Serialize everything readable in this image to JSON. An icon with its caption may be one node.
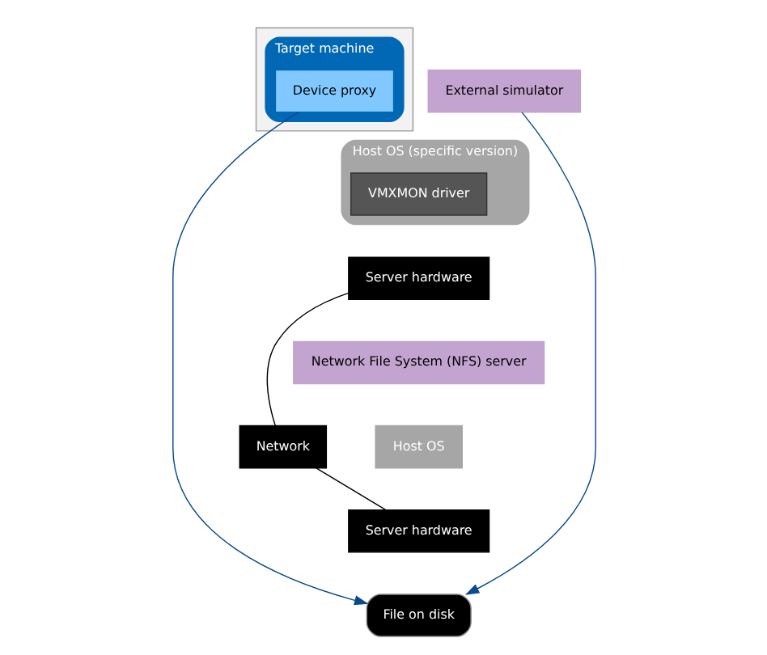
{
  "diagram": {
    "nodes": [
      {
        "text": [],
        "shape": "box"
      },
      {
        "text": [
          "Target machine"
        ],
        "in": 0
      },
      {
        "text": [
          "Device proxy"
        ],
        "in": 1
      },
      {
        "text": [
          "External simulator"
        ]
      },
      {
        "text": [
          "Host OS (specific version)"
        ]
      },
      {
        "text": [
          "VMXMON driver"
        ],
        "in": 4
      },
      {
        "text": [
          "Server hardware"
        ]
      },
      {
        "text": [
          "Network"
        ]
      },
      {
        "text": [
          "Network File System (NFS) server"
        ]
      },
      {
        "text": [
          "Host OS"
        ]
      },
      {
        "text": [
          "Server hardware"
        ]
      },
      {
        "text": [
          "File on disk"
        ]
      }
    ],
    "edges": [
      {
        "from": 2,
        "to": 11,
        "arrow": "to",
        "color": "#0a4a8c"
      },
      {
        "from": 3,
        "to": 11,
        "arrow": "to",
        "color": "#0a4a8c"
      },
      {
        "from": 6,
        "to": 7,
        "arrow": "none",
        "color": "#000000"
      },
      {
        "from": 7,
        "to": 10,
        "arrow": "none",
        "color": "#000000"
      }
    ]
  }
}
